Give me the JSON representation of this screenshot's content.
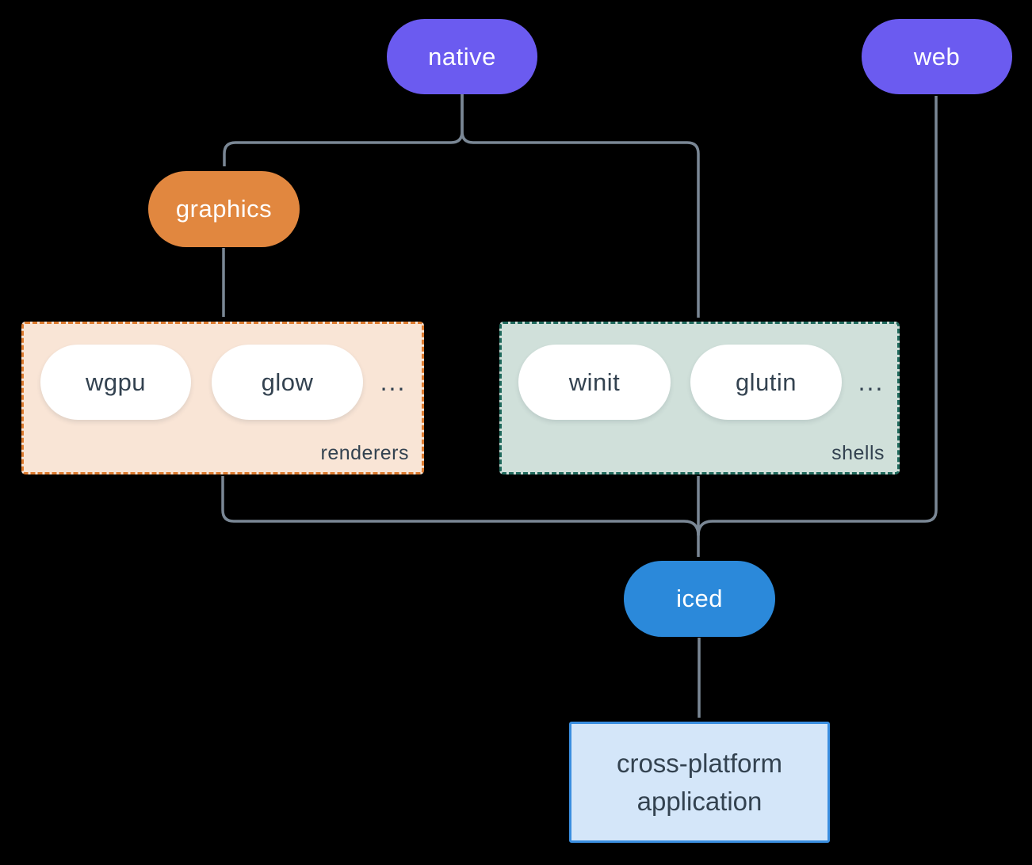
{
  "diagram": {
    "background": "#000000",
    "connector_color": "#7a8795",
    "text_dark": "#334250",
    "nodes": {
      "native": {
        "label": "native",
        "bg": "#6b5bf0",
        "text_color": "#ffffff"
      },
      "web": {
        "label": "web",
        "bg": "#6b5bf0",
        "text_color": "#ffffff"
      },
      "graphics": {
        "label": "graphics",
        "bg": "#e1873f",
        "text_color": "#ffffff"
      },
      "iced": {
        "label": "iced",
        "bg": "#2b89da",
        "text_color": "#ffffff"
      },
      "application": {
        "line1": "cross-platform",
        "line2": "application",
        "bg": "#d4e6f9",
        "border": "#3a8ee0",
        "text_color": "#334250"
      }
    },
    "groups": {
      "renderers": {
        "label": "renderers",
        "bg": "#f9e5d6",
        "border": "#dd7b2f",
        "item_bg": "#ffffff",
        "item_text_color": "#334250",
        "items": [
          "wgpu",
          "glow"
        ],
        "ellipsis": "..."
      },
      "shells": {
        "label": "shells",
        "bg": "#d0e0da",
        "border": "#206a5d",
        "item_bg": "#ffffff",
        "item_text_color": "#334250",
        "items": [
          "winit",
          "glutin"
        ],
        "ellipsis": "..."
      }
    }
  }
}
